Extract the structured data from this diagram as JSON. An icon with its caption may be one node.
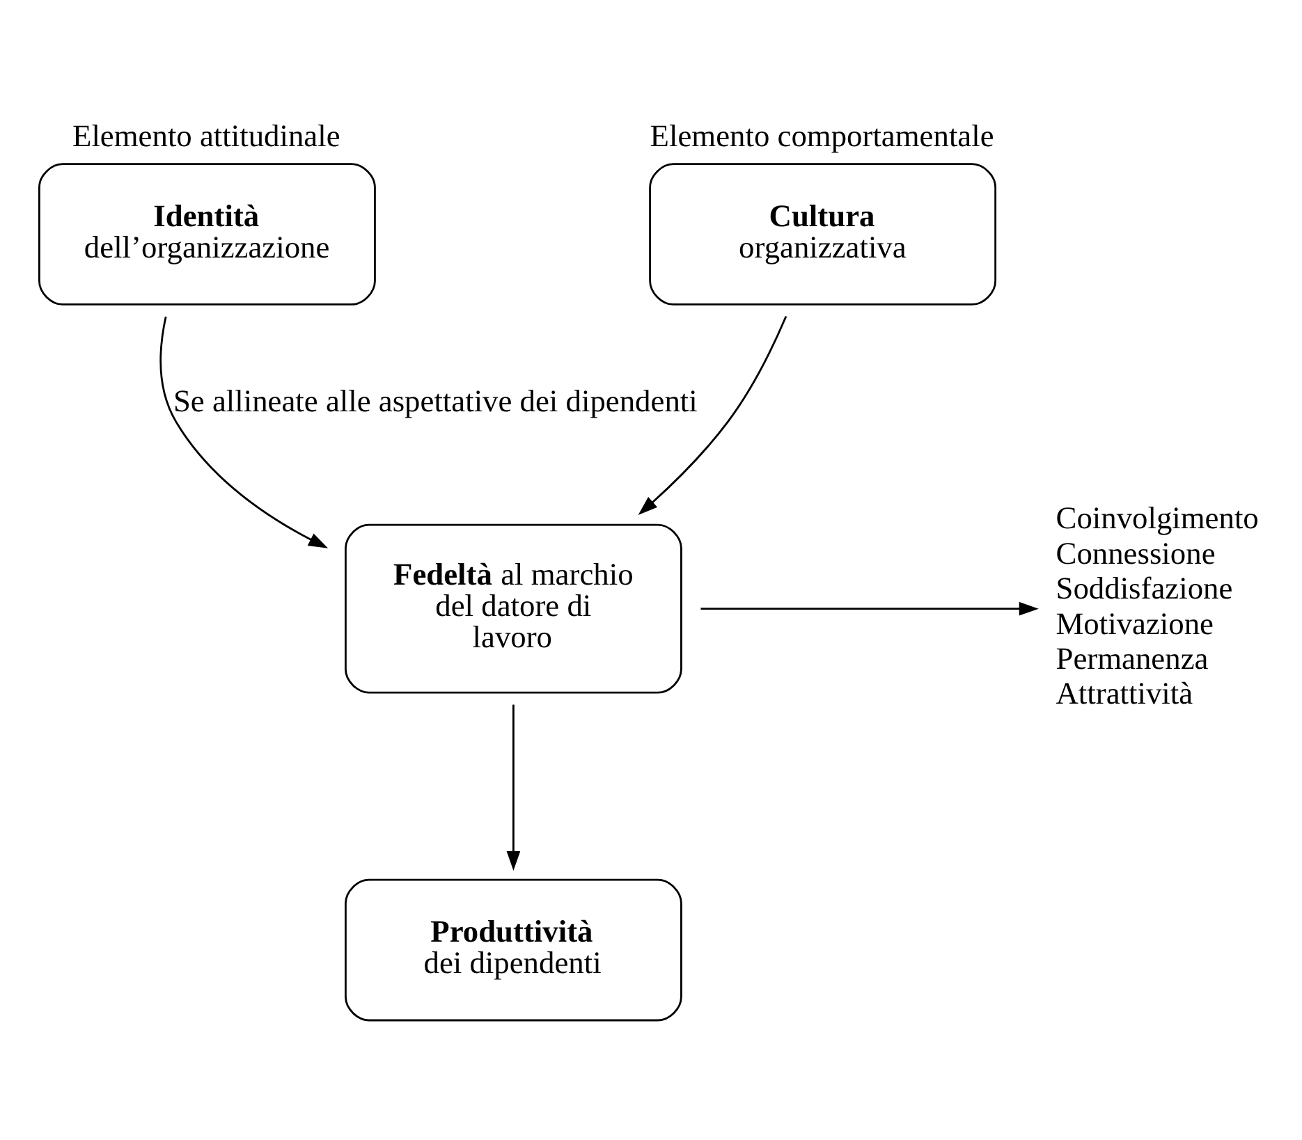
{
  "diagram": {
    "nodes": [
      {
        "text": [
          "Identità",
          "dell’organizzazione"
        ],
        "beside": [
          "Elemento attitudinale"
        ]
      },
      {
        "text": [
          "Cultura",
          "organizzativa"
        ],
        "beside": [
          "Elemento comportamentale"
        ]
      },
      {
        "text": [
          "**Fedeltà** al marchio del datore di lavoro"
        ]
      },
      {
        "text": [
          "Produttività",
          "dei dipendenti"
        ]
      },
      {
        "text": [
          "Coinvolgimento",
          "Connessione",
          "Soddisfazione",
          "Motivazione",
          "Permanenza",
          "Attrattività"
        ]
      }
    ],
    "edges": [
      {
        "from": 0,
        "to": 2,
        "arrow": "to",
        "label": "Se allineate alle aspettative dei dipendenti"
      },
      {
        "from": 1,
        "to": 2,
        "arrow": "to"
      },
      {
        "from": 2,
        "to": 4,
        "arrow": "to"
      },
      {
        "from": 2,
        "to": 3,
        "arrow": "to"
      }
    ]
  }
}
